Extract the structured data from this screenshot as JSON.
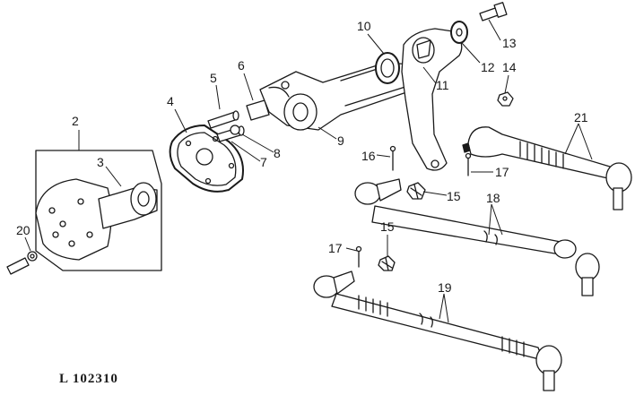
{
  "drawing_ref": "L 102310",
  "callouts": {
    "c2": "2",
    "c3": "3",
    "c4": "4",
    "c5": "5",
    "c6": "6",
    "c7": "7",
    "c8": "8",
    "c9": "9",
    "c10": "10",
    "c11": "11",
    "c12": "12",
    "c13": "13",
    "c14": "14",
    "c15a": "15",
    "c15b": "15",
    "c16": "16",
    "c17a": "17",
    "c17b": "17",
    "c18": "18",
    "c19": "19",
    "c20": "20",
    "c21": "21"
  }
}
